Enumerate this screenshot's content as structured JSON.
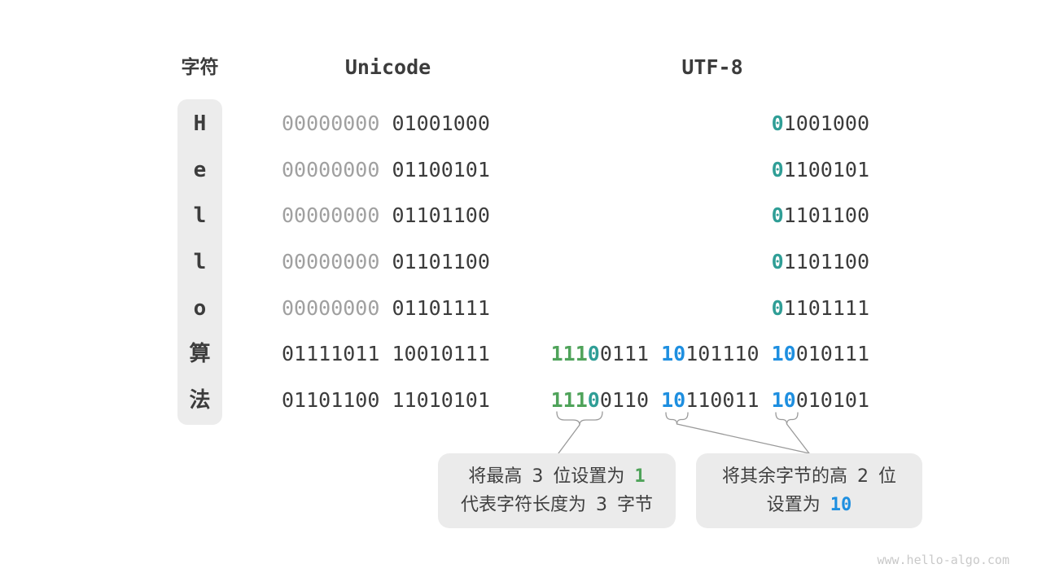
{
  "header": {
    "char": "字符",
    "unicode": "Unicode",
    "utf8": "UTF-8"
  },
  "rows": [
    {
      "char": "H",
      "unicode": [
        "00000000",
        "01001000"
      ],
      "utf8": {
        "prefix": "0",
        "rest": "1001000"
      }
    },
    {
      "char": "e",
      "unicode": [
        "00000000",
        "01100101"
      ],
      "utf8": {
        "prefix": "0",
        "rest": "1100101"
      }
    },
    {
      "char": "l",
      "unicode": [
        "00000000",
        "01101100"
      ],
      "utf8": {
        "prefix": "0",
        "rest": "1101100"
      }
    },
    {
      "char": "l",
      "unicode": [
        "00000000",
        "01101100"
      ],
      "utf8": {
        "prefix": "0",
        "rest": "1101100"
      }
    },
    {
      "char": "o",
      "unicode": [
        "00000000",
        "01101111"
      ],
      "utf8": {
        "prefix": "0",
        "rest": "1101111"
      }
    },
    {
      "char": "算",
      "unicode": [
        "01111011",
        "10010111"
      ],
      "utf8": {
        "b1": {
          "green": "111",
          "teal": "0",
          "rest": "0111"
        },
        "b2": {
          "prefix": "10",
          "rest": "101110"
        },
        "b3": {
          "prefix": "10",
          "rest": "010111"
        }
      }
    },
    {
      "char": "法",
      "unicode": [
        "01101100",
        "11010101"
      ],
      "utf8": {
        "b1": {
          "green": "111",
          "teal": "0",
          "rest": "0110"
        },
        "b2": {
          "prefix": "10",
          "rest": "110011"
        },
        "b3": {
          "prefix": "10",
          "rest": "010101"
        }
      }
    }
  ],
  "callouts": {
    "left": {
      "line1_text": "将最高 3 位设置为",
      "line1_value": "1",
      "line2": "代表字符长度为 3 字节"
    },
    "right": {
      "line1": "将其余字节的高 2 位",
      "line2_text": "设置为",
      "line2_value": "10"
    }
  },
  "watermark": "www.hello-algo.com",
  "colors": {
    "green": "#4fa35a",
    "teal": "#2f9e96",
    "blue": "#1e8fe0",
    "text_dark": "#3c3c3c",
    "text_gray": "#a0a0a0",
    "box_bg": "#ebebeb"
  }
}
